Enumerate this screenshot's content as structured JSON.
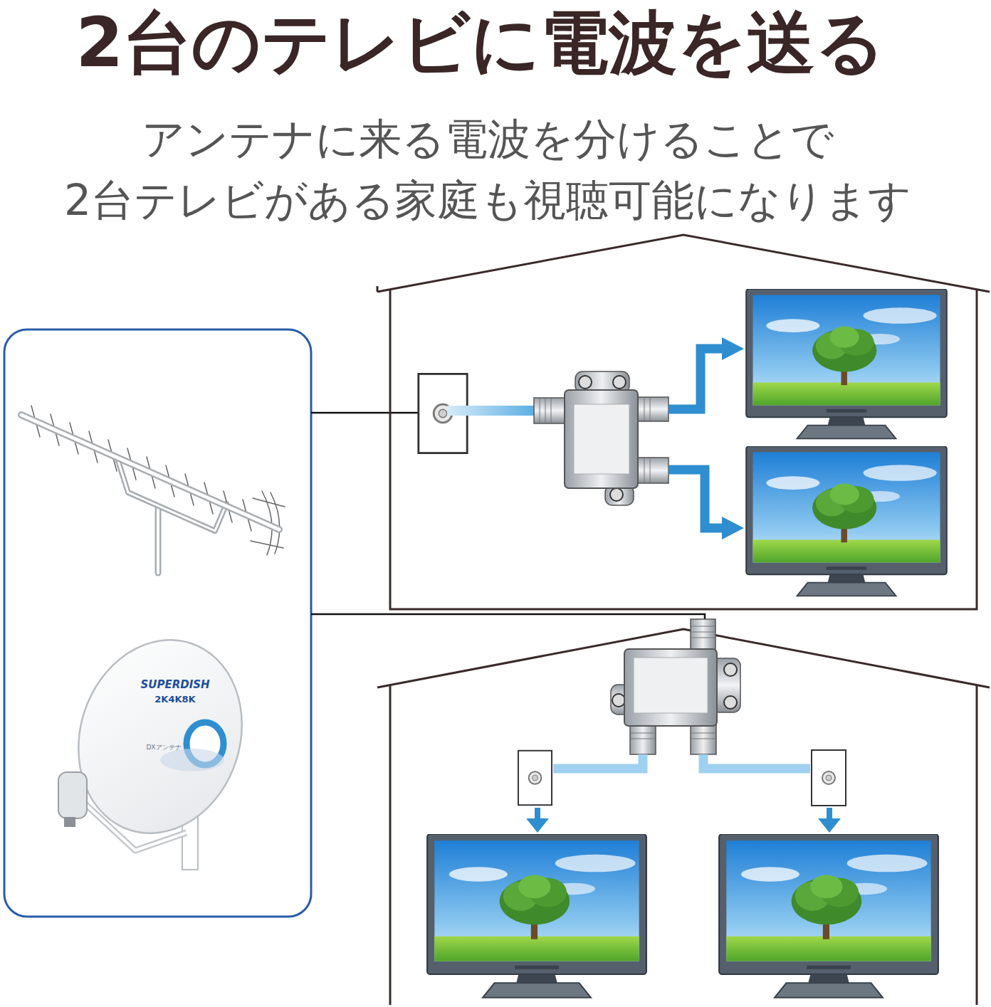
{
  "diagram": {
    "title": "2台のテレビに電波を送る",
    "caption": "アンテナに来る電波を分けることで 2台テレビがある家庭も視聴可能になります",
    "labels": [
      "SUPERDISH",
      "2K4K8K",
      "DXアンテナ"
    ]
  }
}
